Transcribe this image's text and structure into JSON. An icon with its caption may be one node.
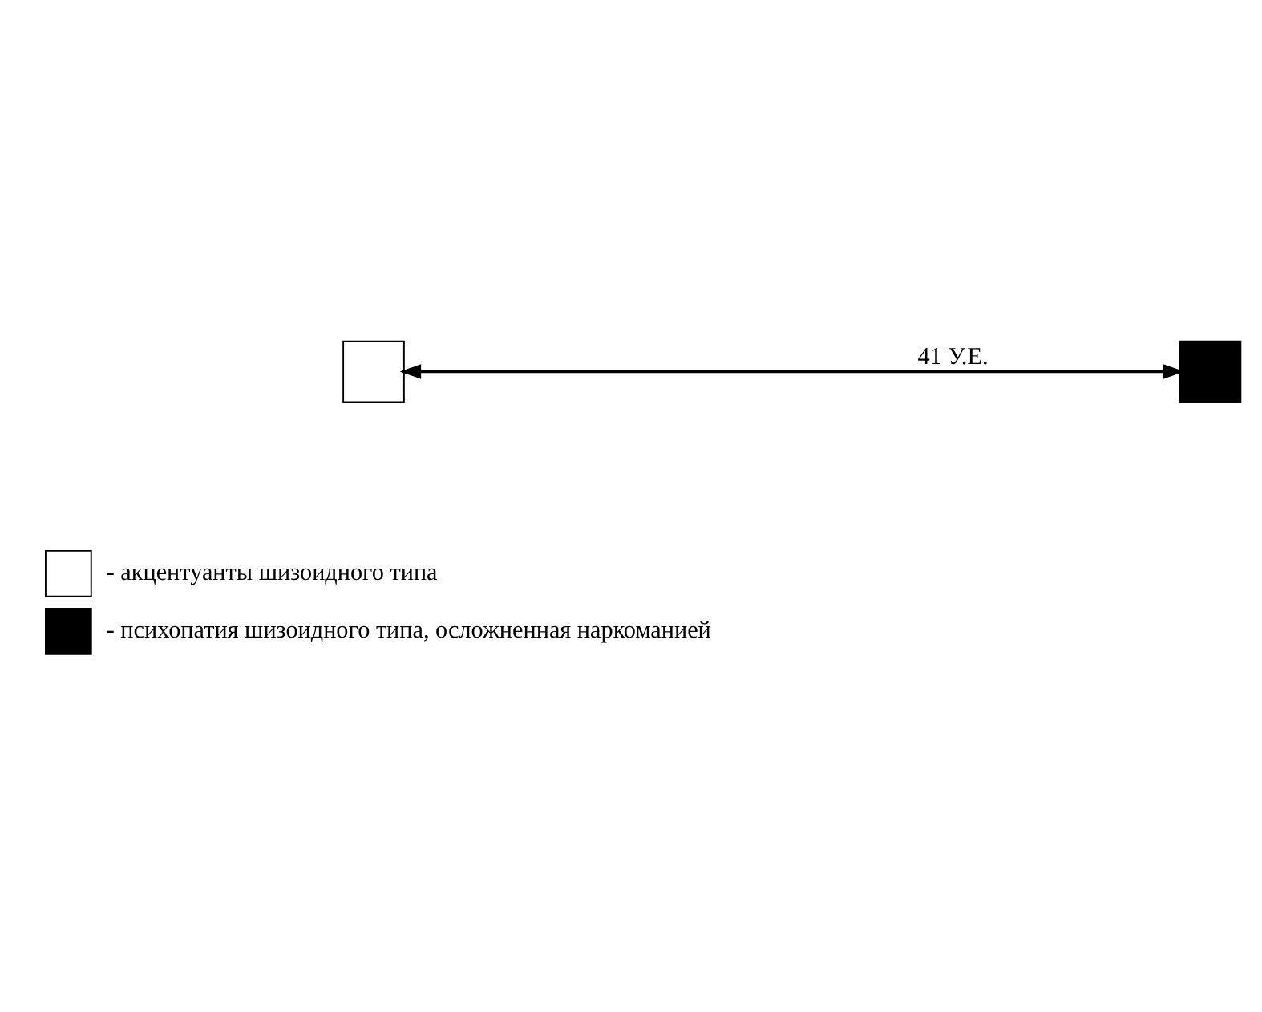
{
  "diagram": {
    "nodes": [
      {
        "text": [],
        "shape": "box"
      },
      {
        "text": [],
        "shape": "box"
      }
    ],
    "edges": [
      {
        "from": 0,
        "to": 1,
        "arrow": "both",
        "label": "41 У.Е."
      }
    ],
    "legend": [
      {
        "text": "- акцентуанты шизоидного типа",
        "color": "#ffffff"
      },
      {
        "text": "- психопатия шизоидного типа, осложненная наркоманией",
        "color": "#000000"
      }
    ]
  }
}
